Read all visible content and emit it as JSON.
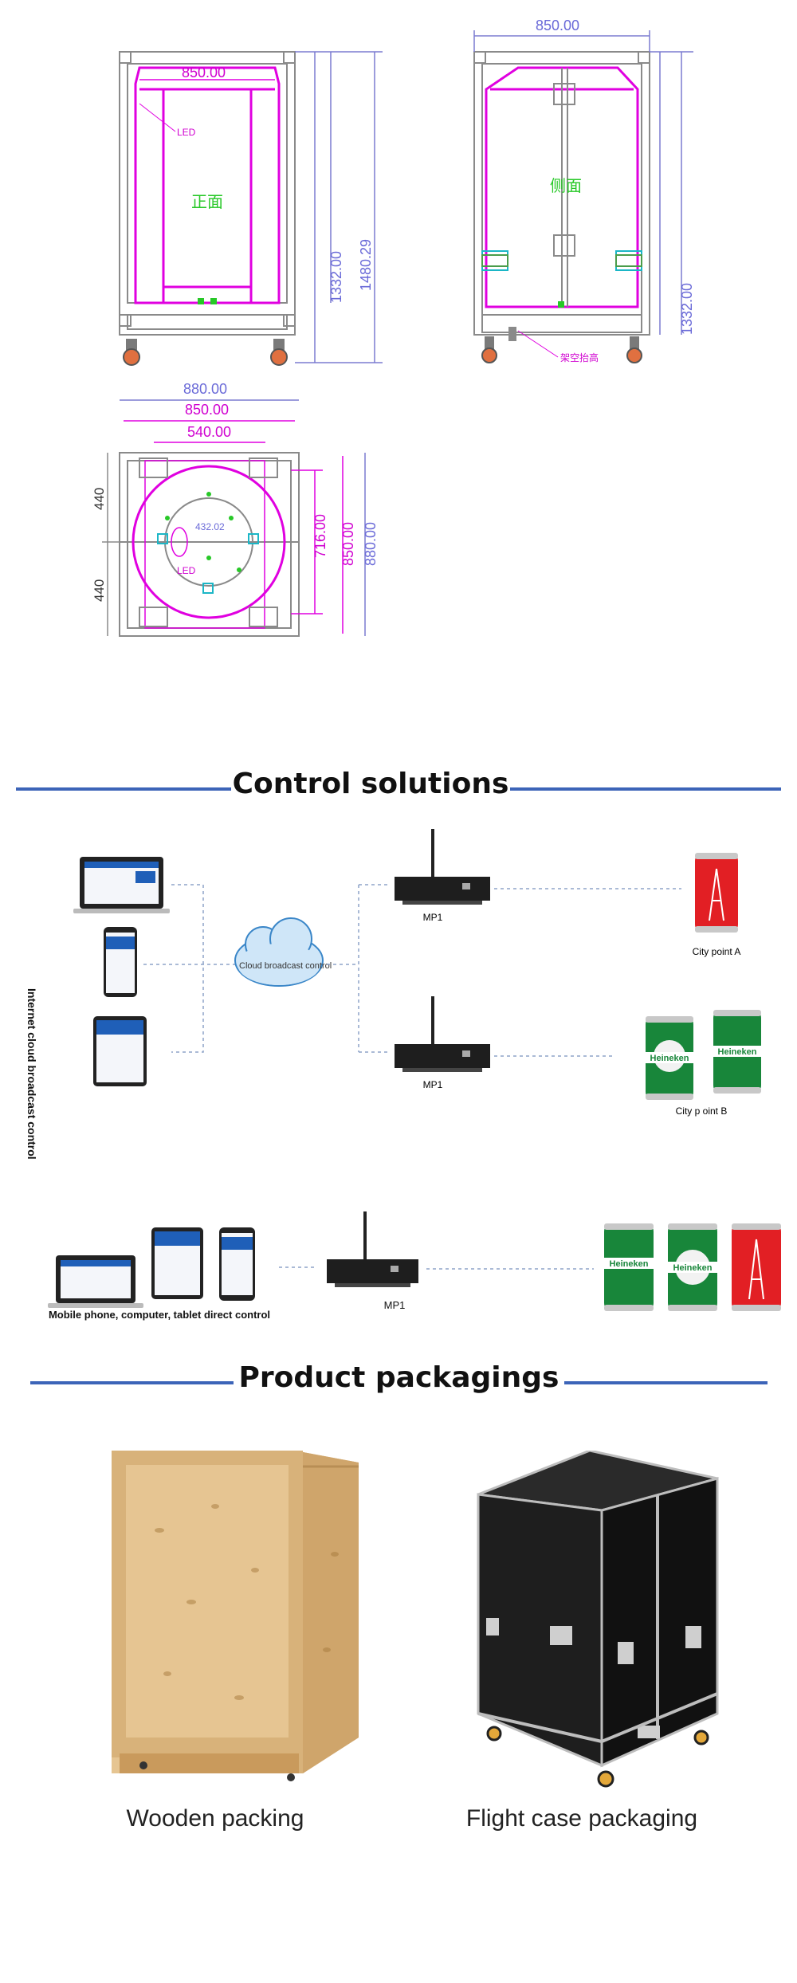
{
  "drawing": {
    "front": {
      "width_dim": "850.00",
      "inner_height_dim": "1332.00",
      "total_height_dim": "1480.29",
      "led_label": "LED",
      "name_label": "正面"
    },
    "side": {
      "width_dim": "850.00",
      "height_dim": "1332.00",
      "name_label": "侧面",
      "lift_label": "架空抬高"
    },
    "top": {
      "dim_880": "880.00",
      "dim_850": "850.00",
      "dim_540": "540.00",
      "dim_716": "716.00",
      "dim_850v": "850.00",
      "dim_880v": "880.00",
      "dim_440a": "440",
      "dim_440b": "440",
      "dim_432": "432.02",
      "led_label": "LED"
    }
  },
  "control": {
    "title": "Control solutions",
    "side_label": "Internet cloud broadcast control",
    "cloud_label": "Cloud broadcast control",
    "player_a": "MP1",
    "player_b": "MP1",
    "city_a": "City point A",
    "city_b": "City p oint B",
    "direct_label": "Mobile phone, computer, tablet direct control",
    "player_c": "MP1"
  },
  "packaging": {
    "title": "Product packagings",
    "wooden_caption": "Wooden packing",
    "flight_caption": "Flight case packaging"
  },
  "colors": {
    "accent_rule": "#3c64b8",
    "drawing_magenta": "#e000e0",
    "dimension_blue": "#6a6ad8"
  }
}
